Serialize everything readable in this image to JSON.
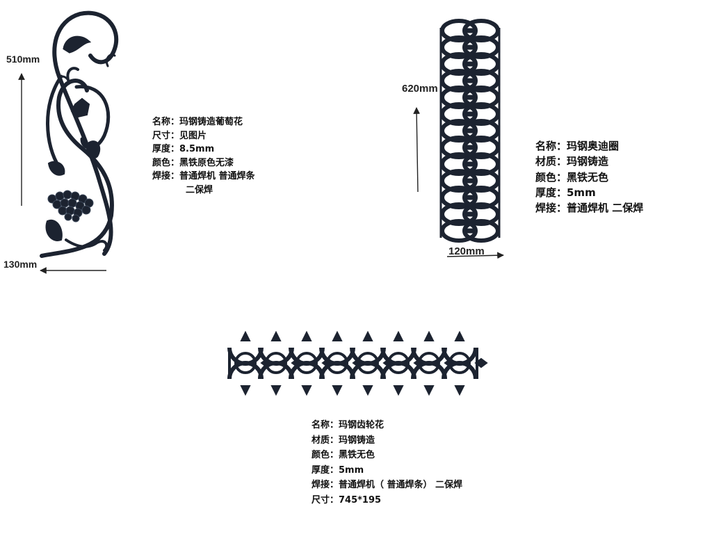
{
  "products": [
    {
      "dims": {
        "height": "510mm",
        "width": "130mm"
      },
      "specs": [
        "名称：玛钢铸造葡萄花",
        "尺寸：见图片",
        "厚度：8.5mm",
        "颜色：黑铁原色无漆",
        "焊接：普通焊机 普通焊条",
        "二保焊"
      ]
    },
    {
      "dims": {
        "height": "620mm",
        "width": "120mm"
      },
      "specs": [
        "名称：玛钢奥迪圈",
        "材质：玛钢铸造",
        "颜色：黑铁无色",
        "厚度：5mm",
        "焊接：普通焊机 二保焊"
      ]
    },
    {
      "dims": {},
      "specs": [
        "名称：玛钢齿轮花",
        "材质：玛钢铸造",
        "颜色：黑铁无色",
        "厚度：5mm",
        "焊接：普通焊机（ 普通焊条） 二保焊",
        "尺寸：745*195"
      ]
    }
  ],
  "colors": {
    "iron": "#1c2330",
    "iron_highlight": "#3a4658",
    "arrow": "#222222"
  },
  "images": [
    "grape-vine-casting-image",
    "audi-ring-casting-image",
    "gear-flower-casting-image"
  ]
}
